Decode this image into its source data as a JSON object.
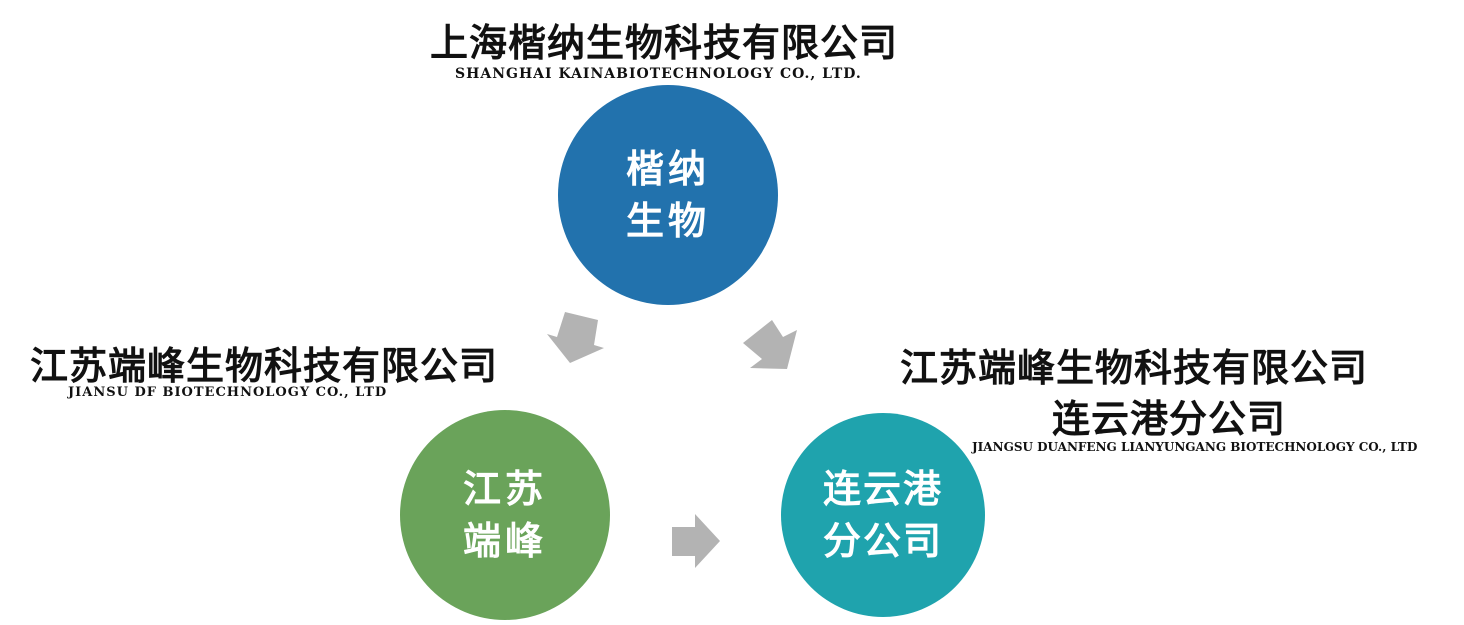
{
  "top_company": {
    "cn": "上海楷纳生物科技有限公司",
    "en": "SHANGHAI  KAINABIOTECHNOLOGY CO., LTD."
  },
  "left_company": {
    "cn": "江苏端峰生物科技有限公司",
    "en": "JIANSU DF BIOTECHNOLOGY CO., LTD"
  },
  "right_company": {
    "cn_line1": "江苏端峰生物科技有限公司",
    "cn_line2": "连云港分公司",
    "en": "JIANGSU DUANFENG LIANYUNGANG BIOTECHNOLOGY CO., LTD"
  },
  "nodes": {
    "kaina": {
      "line1": "楷纳",
      "line2": "生物",
      "color": "#2272ad"
    },
    "jiangsu": {
      "line1": "江苏",
      "line2": "端峰",
      "color": "#6aa35a"
    },
    "lianyungang": {
      "line1": "连云港",
      "line2": "分公司",
      "color": "#1fa3ad"
    }
  },
  "arrow_color": "#b3b3b3"
}
